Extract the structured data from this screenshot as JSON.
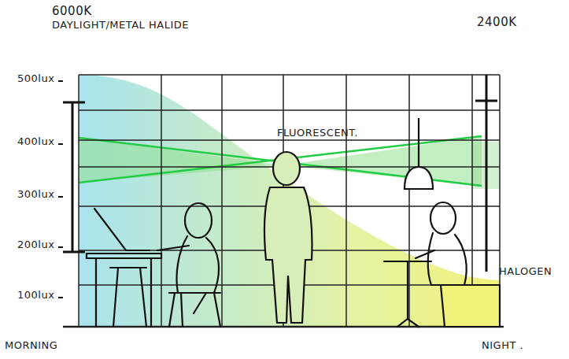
{
  "diagram": {
    "labels": [
      "6000K",
      "DAYLIGHT/METAL HALIDE",
      "2400K",
      "500lux",
      "400lux",
      "300lux",
      "200lux",
      "100lux",
      "FLUORESCENT.",
      "HALOGEN",
      "MORNING",
      "NIGHT ."
    ]
  }
}
